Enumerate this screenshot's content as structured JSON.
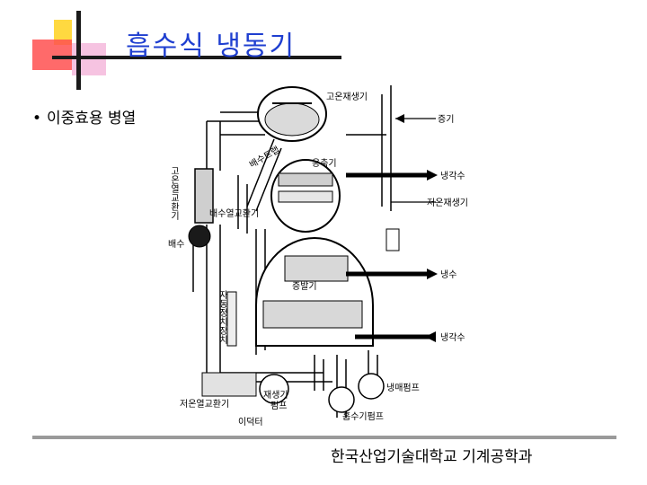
{
  "slide": {
    "title": "흡수식 냉동기",
    "bullet": "이중효용 병열",
    "footer": "한국산업기술대학교 기계공학과"
  },
  "diagram": {
    "labels": {
      "high_temp_generator": "고온재생기",
      "steam": "증기",
      "drain_trap": "배수트랩",
      "condenser": "응축기",
      "cooling_water_out": "냉각수",
      "high_temp_heat_exchanger": "고온열교환기",
      "drain_heat_exchanger": "배수열교환기",
      "low_temp_generator": "저온재생기",
      "drain": "배수",
      "chilled_water": "냉수",
      "evaporator": "증발기",
      "absorber": "자동정치장치",
      "cooling_water_in": "냉각수",
      "refrigerant_pump": "냉매펌프",
      "low_temp_heat_exchanger": "저온열교환기",
      "regen_pump_line1": "재생기",
      "regen_pump_line2": "펌프",
      "absorbent_pump": "흡수기펌프",
      "ejector": "이덕터"
    }
  },
  "colors": {
    "title": "#1f3fd0",
    "accent_yellow": "#ffd940",
    "accent_red": "#ff5050",
    "accent_pink": "#f4b9dc"
  }
}
